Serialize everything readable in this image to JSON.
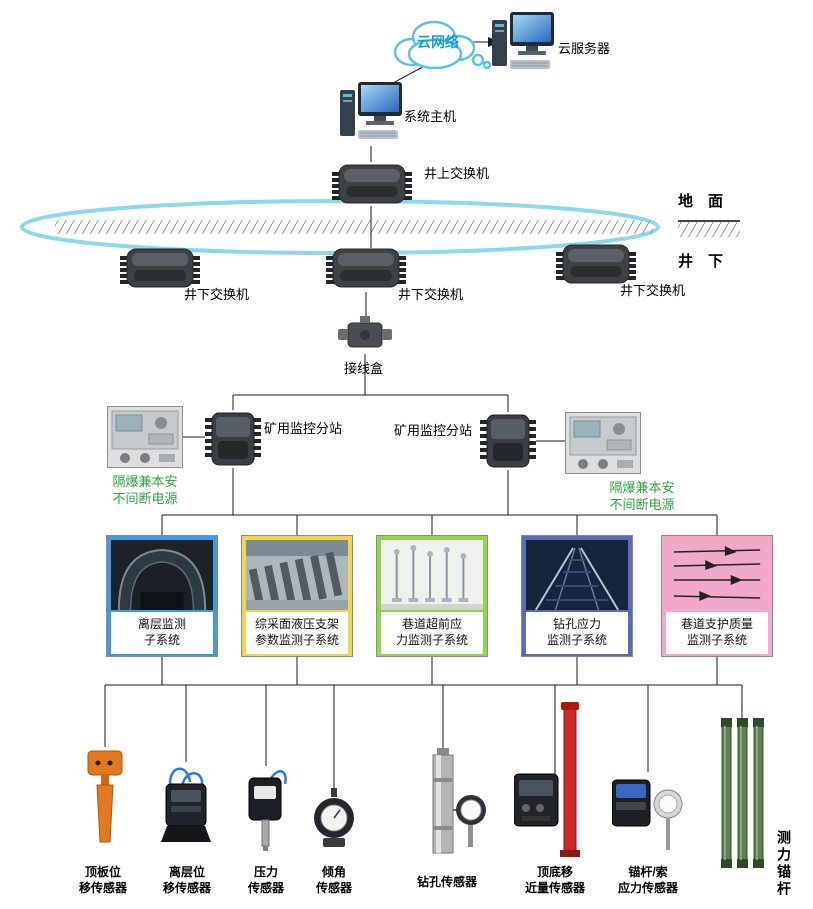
{
  "colors": {
    "ring": "#8fd8e8",
    "cloud_text": "#1a9ad6",
    "ups_label_green": "#2f9e44",
    "card1": "#3f9be0",
    "card2": "#f2d54f",
    "card3": "#97d44e",
    "card4": "#5b6bb5",
    "card5": "#f2a9c9"
  },
  "top": {
    "cloud_label": "云网络",
    "cloud_server_label": "云服务器",
    "system_host_label": "系统主机",
    "surface_switch_label": "井上交换机"
  },
  "ring": {
    "ground_label": "地　面",
    "underground_label": "井　下",
    "underground_switches": [
      {
        "label": "井下交换机"
      },
      {
        "label": "井下交换机"
      },
      {
        "label": "井下交换机"
      }
    ]
  },
  "middle": {
    "junction_box_label": "接线盒",
    "substations": [
      {
        "label": "矿用监控分站"
      },
      {
        "label": "矿用监控分站"
      }
    ],
    "ups_units": [
      {
        "line1": "隔爆兼本安",
        "line2": "不间断电源"
      },
      {
        "line1": "隔爆兼本安",
        "line2": "不间断电源"
      }
    ]
  },
  "subsystems": [
    {
      "line1": "离层监测",
      "line2": "子系统"
    },
    {
      "line1": "综采面液压支架",
      "line2": "参数监测子系统"
    },
    {
      "line1": "巷道超前应",
      "line2": "力监测子系统"
    },
    {
      "line1": "钻孔应力",
      "line2": "监测子系统"
    },
    {
      "line1": "巷道支护质量",
      "line2": "监测子系统"
    }
  ],
  "sensors": [
    {
      "line1": "顶板位",
      "line2": "移传感器"
    },
    {
      "line1": "离层位",
      "line2": "移传感器"
    },
    {
      "line1": "压力",
      "line2": "传感器"
    },
    {
      "line1": "倾角",
      "line2": "传感器"
    },
    {
      "line1": "钻孔传感器",
      "line2": ""
    },
    {
      "line1": "顶底移",
      "line2": "近量传感器"
    },
    {
      "line1": "锚杆/索",
      "line2": "应力传感器"
    },
    {
      "line1": "测力锚杆",
      "line2": ""
    }
  ]
}
